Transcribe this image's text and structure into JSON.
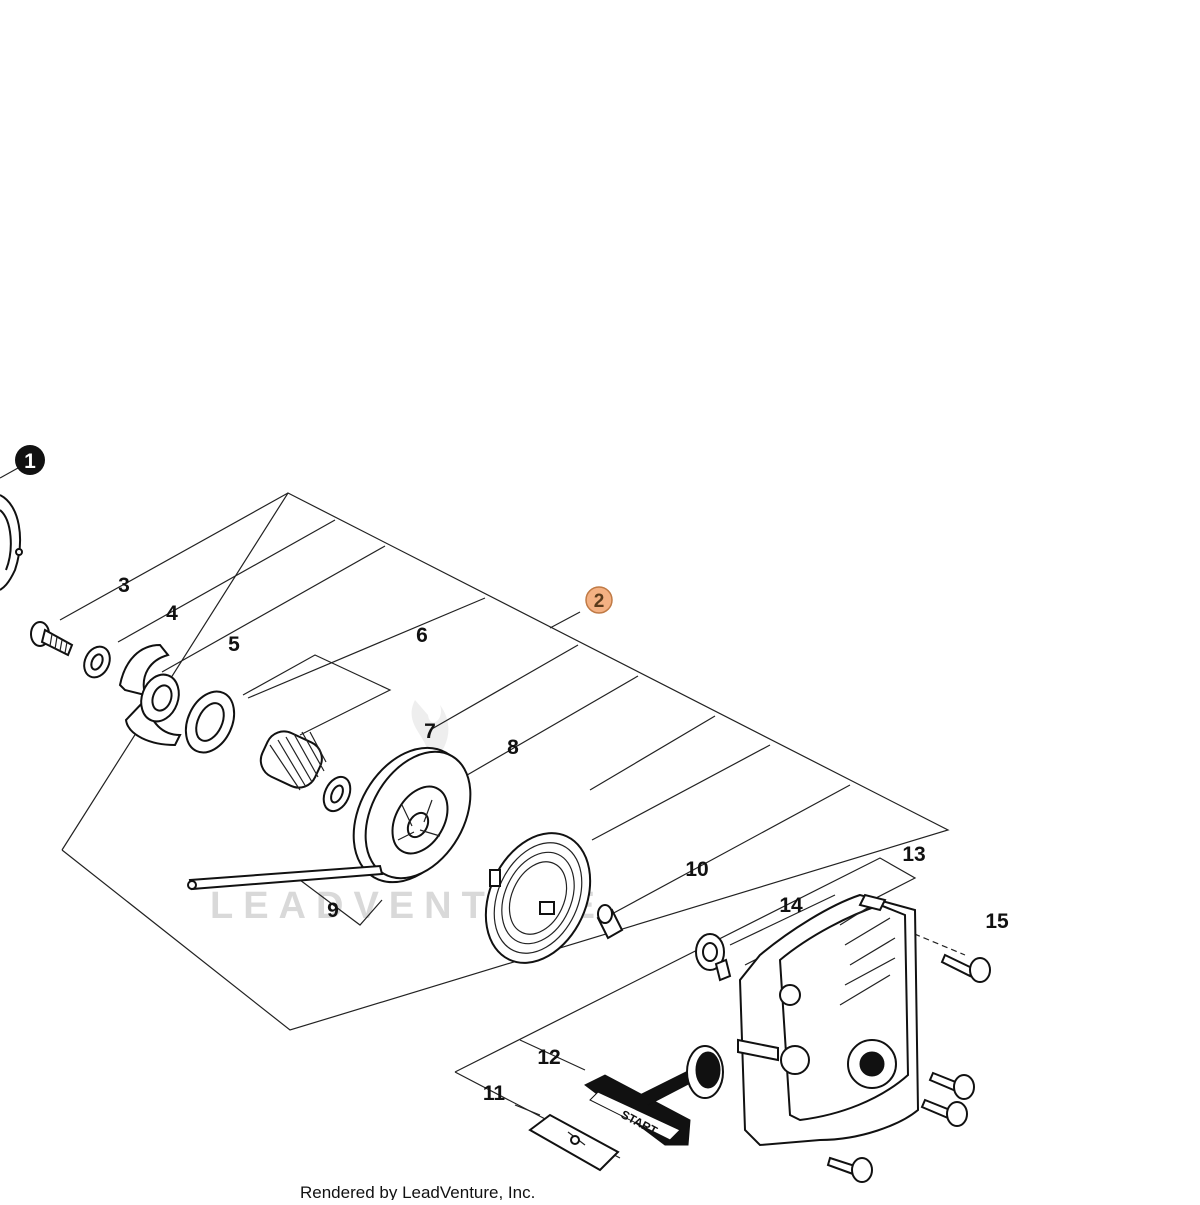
{
  "diagram": {
    "callouts": {
      "c1": "1",
      "c2": "2",
      "c3": "3",
      "c4": "4",
      "c5": "5",
      "c6": "6",
      "c7": "7",
      "c8": "8",
      "c9": "9",
      "c10": "10",
      "c11": "11",
      "c12": "12",
      "c13": "13",
      "c14": "14",
      "c15": "15"
    },
    "watermark": "LEADVENTURE",
    "handle_text": "START",
    "footer": "Rendered by LeadVenture, Inc.",
    "colors": {
      "assembly_badge": "#f4b183",
      "assembly_badge_border": "#c07a45",
      "badge_dark": "#111111"
    }
  }
}
